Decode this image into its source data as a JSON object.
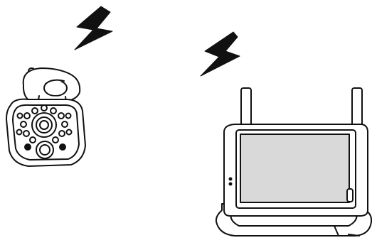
{
  "diagram": {
    "type": "wireless-connection-illustration",
    "components": [
      {
        "id": "camera",
        "icon": "wireless-camera-icon"
      },
      {
        "id": "signal-1",
        "icon": "lightning-bolt-icon"
      },
      {
        "id": "signal-2",
        "icon": "lightning-bolt-icon"
      },
      {
        "id": "monitor",
        "icon": "wireless-monitor-icon"
      }
    ],
    "colors": {
      "stroke": "#111111",
      "fill": "#ffffff",
      "screen": "#d9d9d9",
      "bolt": "#111111"
    }
  }
}
